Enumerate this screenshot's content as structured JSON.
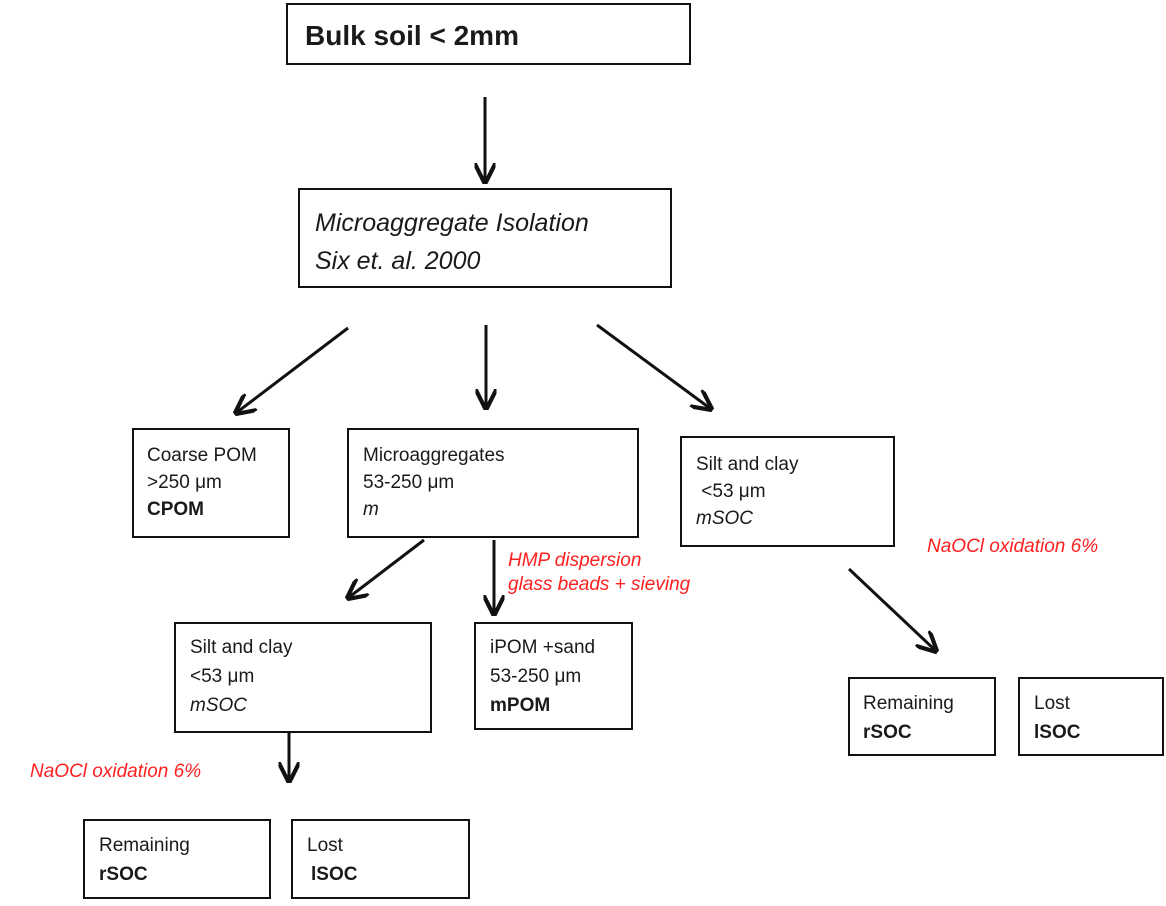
{
  "bulk": {
    "label": "Bulk soil < 2mm"
  },
  "isolation": {
    "line1": "Microaggregate Isolation",
    "line2": "Six et. al. 2000"
  },
  "cpom": {
    "line1": "Coarse POM",
    "line2": ">250 μm",
    "line3": "CPOM"
  },
  "micro": {
    "line1": "Microaggregates",
    "line2": "53-250 μm",
    "line3": "m"
  },
  "siltclay_top": {
    "line1": "Silt and clay",
    "line2": " <53 μm",
    "line3": "mSOC"
  },
  "notes": {
    "hmp_line1": "HMP dispersion",
    "hmp_line2": "glass beads + sieving",
    "naocl_right": "NaOCl oxidation 6%",
    "naocl_left": "NaOCl oxidation 6%"
  },
  "siltclay_mid": {
    "line1": "Silt and clay",
    "line2": "<53 μm",
    "line3": "mSOC"
  },
  "ipom": {
    "line1": "iPOM +sand",
    "line2": "53-250 μm",
    "line3": "mPOM"
  },
  "right_remaining": {
    "line1": "Remaining",
    "line2": "rSOC"
  },
  "right_lost": {
    "line1": "Lost",
    "line2": "lSOC"
  },
  "left_remaining": {
    "line1": "Remaining",
    "line2": "rSOC"
  },
  "left_lost": {
    "line1": "Lost",
    "line2": "lSOC"
  },
  "colors": {
    "note_red": "#ff2020",
    "stroke": "#111111"
  }
}
